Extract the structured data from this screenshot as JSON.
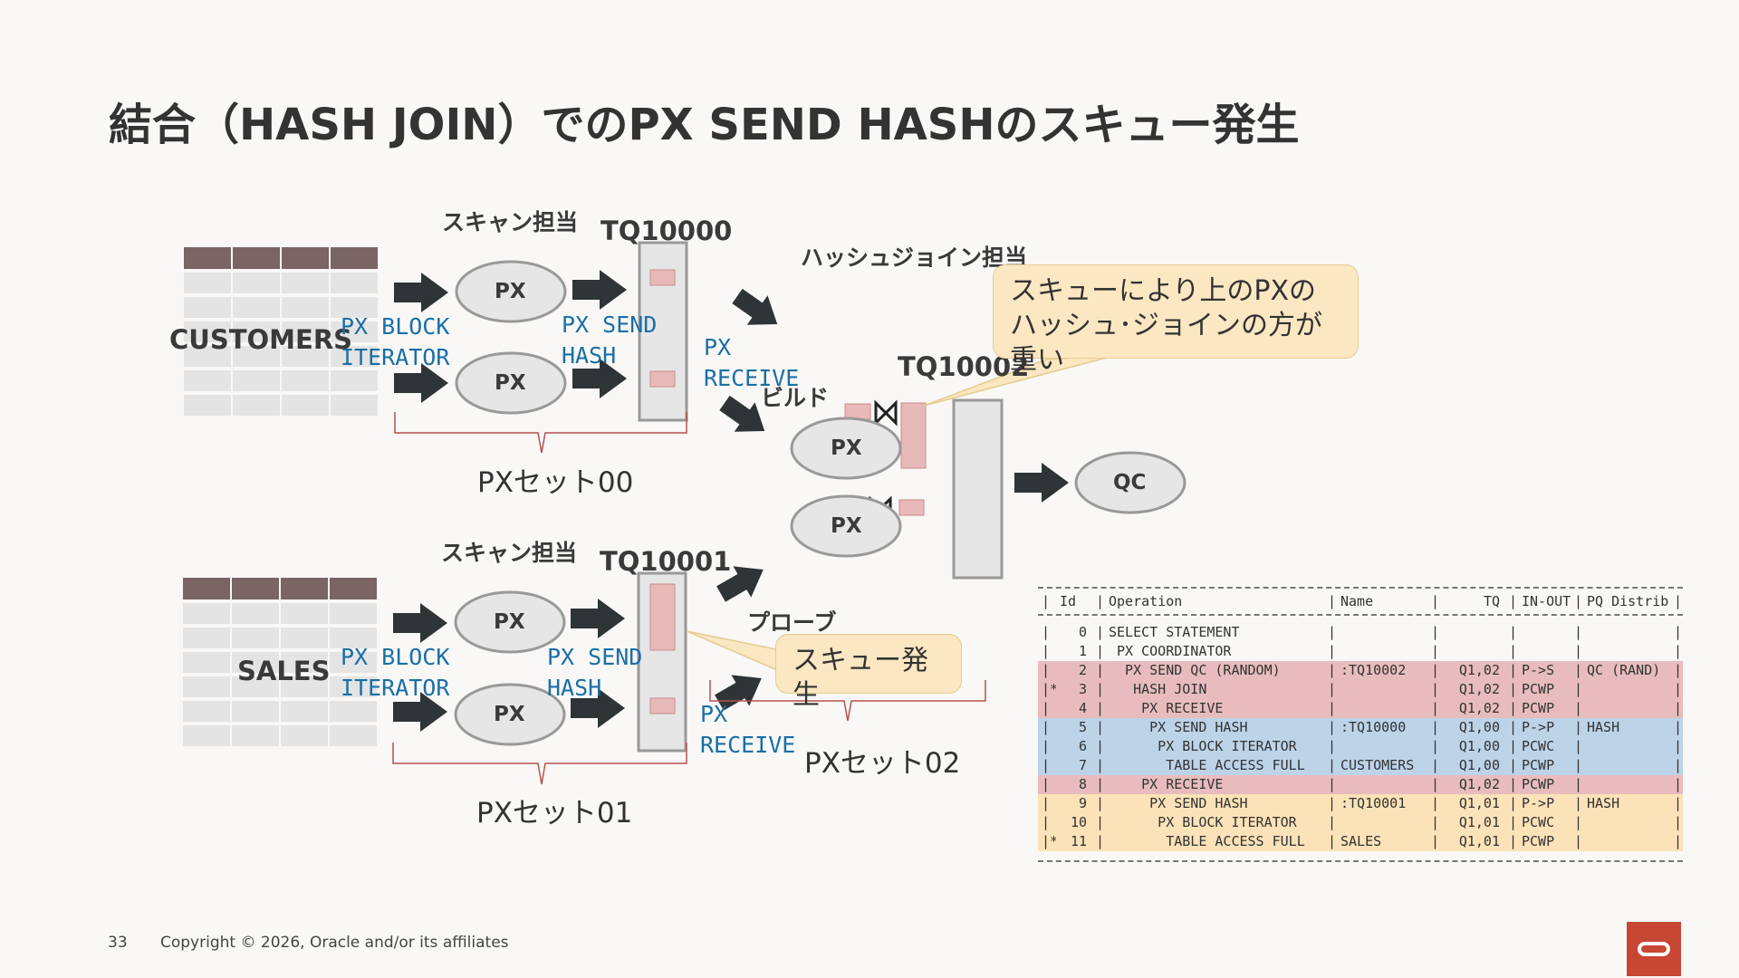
{
  "slide": {
    "title": "結合（HASH JOIN）でのPX SEND HASHのスキュー発生",
    "page_number": "33",
    "copyright": "Copyright © 2026, Oracle and/or its affiliates"
  },
  "diagram": {
    "scan_label_top": "スキャン担当",
    "scan_label_bottom": "スキャン担当",
    "hash_join_label": "ハッシュジョイン担当",
    "tq0": "TQ10000",
    "tq1": "TQ10001",
    "tq2": "TQ10002",
    "customers": "CUSTOMERS",
    "sales": "SALES",
    "px": "PX",
    "qc": "QC",
    "px_block_iterator": "PX BLOCK\nITERATOR",
    "px_send_hash": "PX SEND\nHASH",
    "px_receive": "PX\nRECEIVE",
    "build": "ビルド",
    "probe": "プローブ",
    "pxset00": "PXセット00",
    "pxset01": "PXセット01",
    "pxset02": "PXセット02",
    "callout_main": "スキューにより上のPXのハッシュ･ジョインの方が重い",
    "callout_skew": "スキュー発生",
    "colors": {
      "table_header": "#7a6464",
      "arrow": "#2f3436",
      "queue_fill": "#e6e6e6",
      "slot_fill": "#e8b9b9",
      "callout_fill": "#fbe7c2",
      "mono_text": "#1a6fa6"
    }
  },
  "plan": {
    "headers": [
      "Id",
      "Operation",
      "Name",
      "TQ",
      "IN-OUT",
      "PQ Distrib"
    ],
    "rows": [
      {
        "mark": "",
        "id": "0",
        "op": "SELECT STATEMENT",
        "name": "",
        "tq": "",
        "inout": "",
        "pq": "",
        "color": ""
      },
      {
        "mark": "",
        "id": "1",
        "op": " PX COORDINATOR",
        "name": "",
        "tq": "",
        "inout": "",
        "pq": "",
        "color": ""
      },
      {
        "mark": "",
        "id": "2",
        "op": "  PX SEND QC (RANDOM)",
        "name": ":TQ10002",
        "tq": "Q1,02",
        "inout": "P->S",
        "pq": "QC (RAND)",
        "color": "#e8bcbe"
      },
      {
        "mark": "*",
        "id": "3",
        "op": "   HASH JOIN",
        "name": "",
        "tq": "Q1,02",
        "inout": "PCWP",
        "pq": "",
        "color": "#e8bcbe"
      },
      {
        "mark": "",
        "id": "4",
        "op": "    PX RECEIVE",
        "name": "",
        "tq": "Q1,02",
        "inout": "PCWP",
        "pq": "",
        "color": "#e8bcbe"
      },
      {
        "mark": "",
        "id": "5",
        "op": "     PX SEND HASH",
        "name": ":TQ10000",
        "tq": "Q1,00",
        "inout": "P->P",
        "pq": "HASH",
        "color": "#bcd3e8"
      },
      {
        "mark": "",
        "id": "6",
        "op": "      PX BLOCK ITERATOR",
        "name": "",
        "tq": "Q1,00",
        "inout": "PCWC",
        "pq": "",
        "color": "#bcd3e8"
      },
      {
        "mark": "",
        "id": "7",
        "op": "       TABLE ACCESS FULL",
        "name": "CUSTOMERS",
        "tq": "Q1,00",
        "inout": "PCWP",
        "pq": "",
        "color": "#bcd3e8"
      },
      {
        "mark": "",
        "id": "8",
        "op": "    PX RECEIVE",
        "name": "",
        "tq": "Q1,02",
        "inout": "PCWP",
        "pq": "",
        "color": "#e8bcbe"
      },
      {
        "mark": "",
        "id": "9",
        "op": "     PX SEND HASH",
        "name": ":TQ10001",
        "tq": "Q1,01",
        "inout": "P->P",
        "pq": "HASH",
        "color": "#fbe2b8"
      },
      {
        "mark": "",
        "id": "10",
        "op": "      PX BLOCK ITERATOR",
        "name": "",
        "tq": "Q1,01",
        "inout": "PCWC",
        "pq": "",
        "color": "#fbe2b8"
      },
      {
        "mark": "*",
        "id": "11",
        "op": "       TABLE ACCESS FULL",
        "name": "SALES",
        "tq": "Q1,01",
        "inout": "PCWP",
        "pq": "",
        "color": "#fbe2b8"
      }
    ]
  }
}
